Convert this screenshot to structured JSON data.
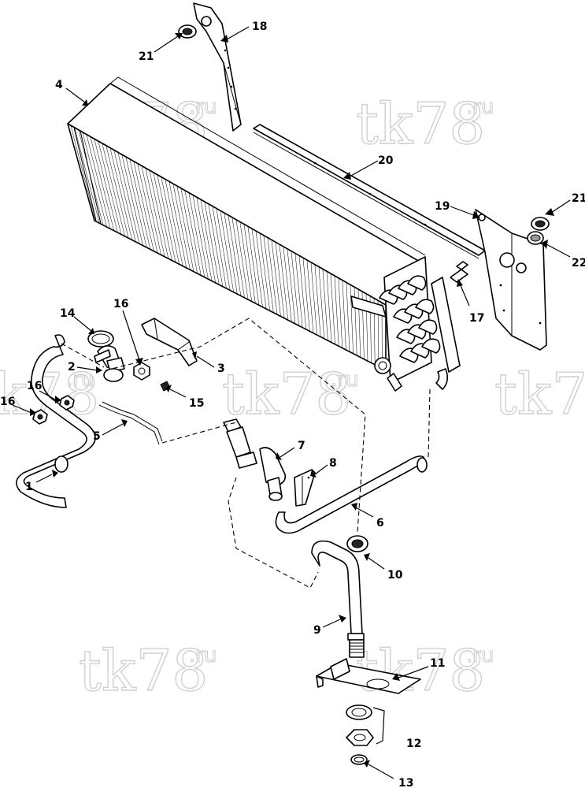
{
  "watermark": {
    "main": "tk78",
    "suffix": ".ru"
  },
  "callouts": {
    "c1": "1",
    "c2": "2",
    "c3": "3",
    "c4": "4",
    "c5": "5",
    "c6": "6",
    "c7": "7",
    "c8": "8",
    "c9": "9",
    "c10": "10",
    "c11": "11",
    "c12": "12",
    "c13": "13",
    "c14": "14",
    "c15": "15",
    "c16a": "16",
    "c16b": "16",
    "c16c": "16",
    "c17": "17",
    "c18": "18",
    "c19": "19",
    "c20": "20",
    "c21a": "21",
    "c21b": "21",
    "c22": "22"
  },
  "colors": {
    "line": "#000000",
    "watermark": "#d0d0d0",
    "background": "#ffffff"
  }
}
